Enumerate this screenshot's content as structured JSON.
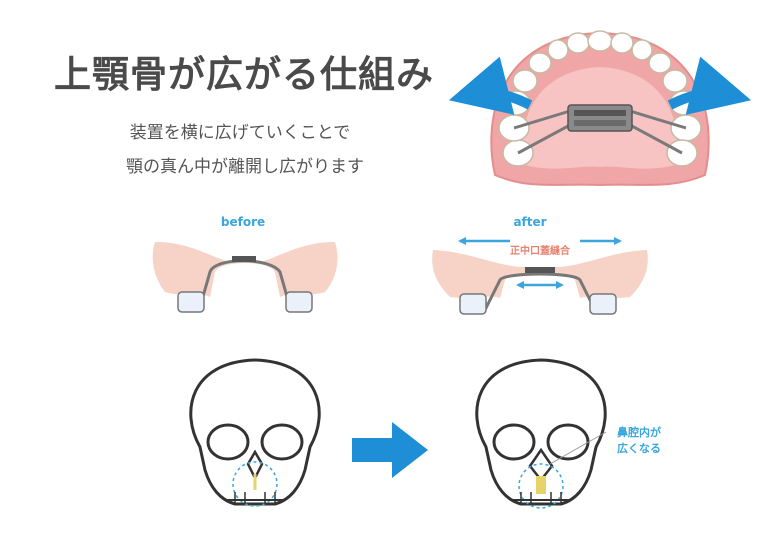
{
  "header": {
    "title": "上顎骨が広がる仕組み",
    "description_line1": "装置を横に広げていくことで",
    "description_line2": "顎の真ん中が離開し広がります"
  },
  "diagram": {
    "before_label": "before",
    "after_label": "after",
    "suture_label": "正中口蓋縫合",
    "nasal_label_line1": "鼻腔内が",
    "nasal_label_line2": "広くなる"
  },
  "colors": {
    "title_text": "#4a4a4a",
    "accent_blue": "#1e8fd6",
    "label_blue": "#3aa6dd",
    "gum_pink": "#f6d3c6",
    "label_pink": "#e8826f"
  }
}
